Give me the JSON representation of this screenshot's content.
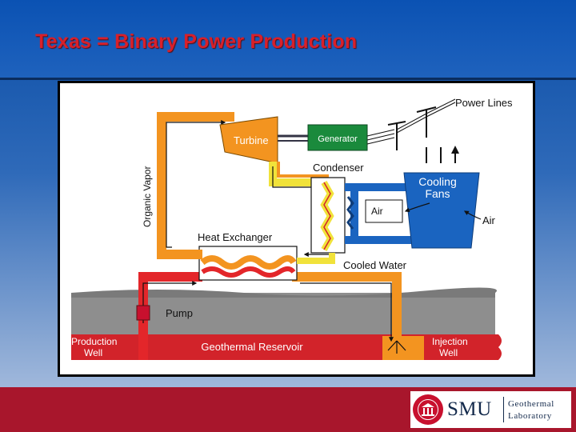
{
  "slide": {
    "title": "Texas = Binary Power Production"
  },
  "diagram": {
    "labels": {
      "power_lines": "Power Lines",
      "turbine": "Turbine",
      "generator": "Generator",
      "condenser": "Condenser",
      "cooling_fans_line1": "Cooling",
      "cooling_fans_line2": "Fans",
      "air_inner": "Air",
      "air_outer": "Air",
      "organic_vapor": "Organic Vapor",
      "heat_exchanger": "Heat Exchanger",
      "cooled_water": "Cooled Water",
      "pump": "Pump",
      "production_well_line1": "Production",
      "production_well_line2": "Well",
      "geothermal_reservoir": "Geothermal Reservoir",
      "injection_well_line1": "Injection",
      "injection_well_line2": "Well"
    },
    "colors": {
      "organic_fluid": "#f39420",
      "hot_water": "#e3262a",
      "cooling_water": "#1a64c0",
      "exhaust": "#f1e23a",
      "generator": "#1a8a3c",
      "ground": "#8c8c8c",
      "reservoir": "#d2232a"
    }
  },
  "logo": {
    "name": "SMU",
    "sub_line1": "Geothermal",
    "sub_line2": "Laboratory"
  }
}
